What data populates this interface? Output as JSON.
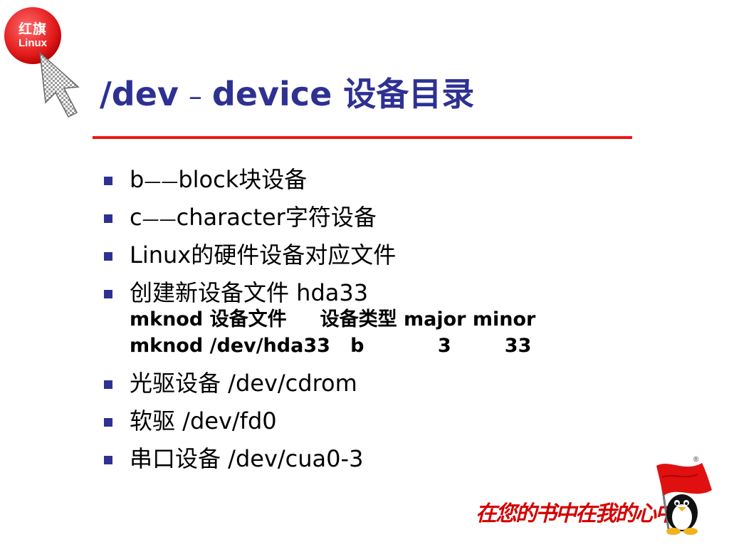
{
  "logo": {
    "cn": "红旗",
    "en": "Linux"
  },
  "title": {
    "part1": "/dev",
    "dash": "–",
    "part2": "device 设备目录"
  },
  "colors": {
    "title": "#2e3192",
    "rule": "#e00000",
    "bullet": "#2e3192",
    "slogan": "#d40000"
  },
  "bullets": [
    {
      "prefix": "b",
      "dash": "——",
      "suffix": "block块设备"
    },
    {
      "prefix": "c",
      "dash": "——",
      "suffix": "character字符设备"
    },
    {
      "text": "Linux的硬件设备对应文件"
    },
    {
      "text": "创建新设备文件 hda33"
    },
    {
      "text": "光驱设备 /dev/cdrom"
    },
    {
      "text": "软驱 /dev/fd0"
    },
    {
      "text": "串口设备 /dev/cua0-3"
    }
  ],
  "code_lines": [
    "mknod 设备文件     设备类型 major minor",
    "mknod /dev/hda33   b           3        33"
  ],
  "footer": {
    "slogan": "在您的书中在我的心中",
    "registered": "®"
  }
}
